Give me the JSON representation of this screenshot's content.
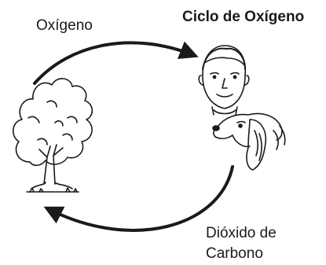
{
  "diagram": {
    "title": "Ciclo de Oxígeno",
    "top_arrow_label": "Oxígeno",
    "bottom_arrow_label_line1": "Dióxido de",
    "bottom_arrow_label_line2": "Carbono",
    "icons": [
      "tree-icon",
      "human-face-icon",
      "dog-head-icon"
    ],
    "colors": {
      "ink": "#1a1a1a",
      "background": "#ffffff"
    }
  }
}
